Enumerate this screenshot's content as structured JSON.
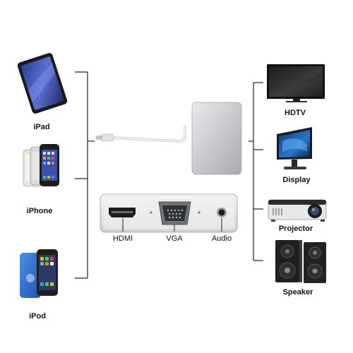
{
  "sources": {
    "ipad": {
      "label": "iPad"
    },
    "iphone": {
      "label": "iPhone"
    },
    "ipod": {
      "label": "iPod"
    }
  },
  "outputs": {
    "hdtv": {
      "label": "HDTV"
    },
    "display": {
      "label": "Display"
    },
    "projector": {
      "label": "Projector"
    },
    "speaker": {
      "label": "Speaker"
    }
  },
  "ports": {
    "hdmi": {
      "label": "HDMI"
    },
    "vga": {
      "label": "VGA"
    },
    "audio": {
      "label": "Audio"
    }
  }
}
